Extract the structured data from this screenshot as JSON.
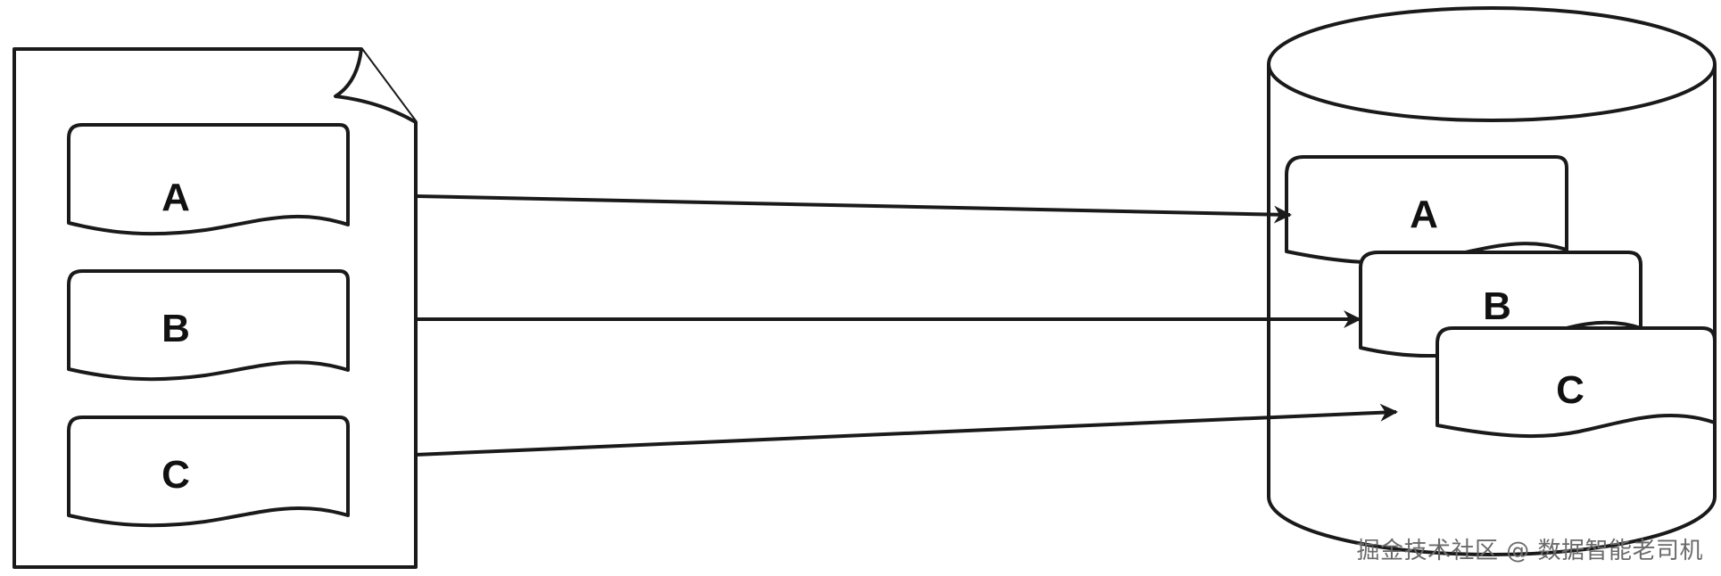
{
  "diagram": {
    "source_items": [
      {
        "label": "A"
      },
      {
        "label": "B"
      },
      {
        "label": "C"
      }
    ],
    "store_items": [
      {
        "label": "A"
      },
      {
        "label": "B"
      },
      {
        "label": "C"
      }
    ],
    "colors": {
      "stroke": "#1a1a1a",
      "fill": "#ffffff"
    }
  },
  "watermark": "掘金技术社区 @ 数据智能老司机"
}
